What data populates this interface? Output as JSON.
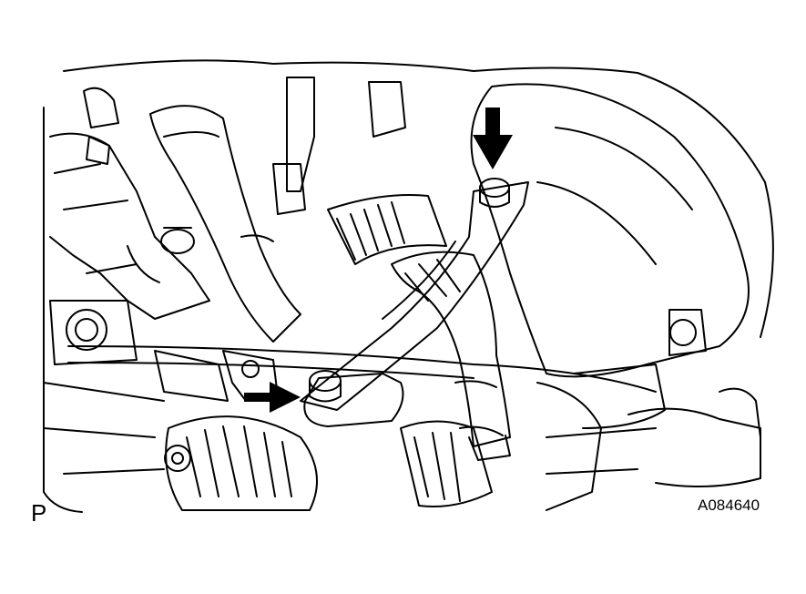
{
  "view_letter": "P",
  "figure_id": "A084640",
  "icons": {
    "illustration": "engine-bay-line-drawing",
    "indicator": "arrow-icon"
  },
  "colors": {
    "ink": "#000000",
    "paper": "#ffffff"
  }
}
